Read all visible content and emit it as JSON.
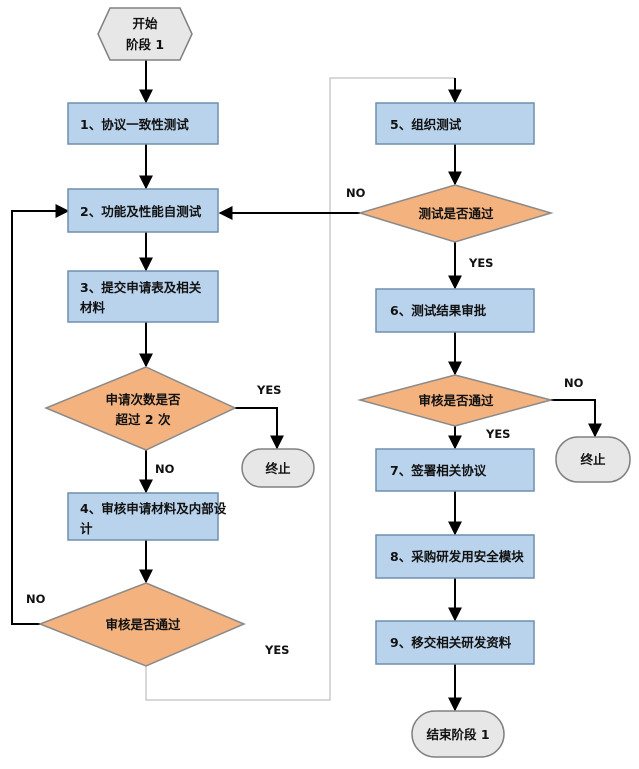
{
  "colors": {
    "process_fill": "#b9d3ec",
    "process_stroke": "#6f8fae",
    "decision_fill": "#f4b27f",
    "decision_stroke": "#8a8a8a",
    "terminal_fill": "#e7e7e7",
    "terminal_stroke": "#808080"
  },
  "start": {
    "line1": "开始",
    "line2": "阶段 1"
  },
  "steps": {
    "s1": "1、协议一致性测试",
    "s2": "2、功能及性能自测试",
    "s3": {
      "line1": "3、提交申请表及相关",
      "line2": "材料"
    },
    "s4": {
      "line1": "4、审核申请材料及内部设",
      "line2": "计"
    },
    "s5": "5、组织测试",
    "s6": "6、测试结果审批",
    "s7": "7、签署相关协议",
    "s8": "8、采购研发用安全模块",
    "s9": "9、移交相关研发资料"
  },
  "decisions": {
    "d1": {
      "line1": "申请次数是否",
      "line2": "超过 2 次"
    },
    "d2": "审核是否通过",
    "d3": "测试是否通过",
    "d4": "审核是否通过"
  },
  "terminals": {
    "stop_left": "终止",
    "stop_right": "终止",
    "end": "结束阶段 1"
  },
  "labels": {
    "d1_yes": "YES",
    "d1_no": "NO",
    "d2_no": "NO",
    "d2_yes": "YES",
    "d3_no": "NO",
    "d3_yes": "YES",
    "d4_no": "NO",
    "d4_yes": "YES"
  }
}
